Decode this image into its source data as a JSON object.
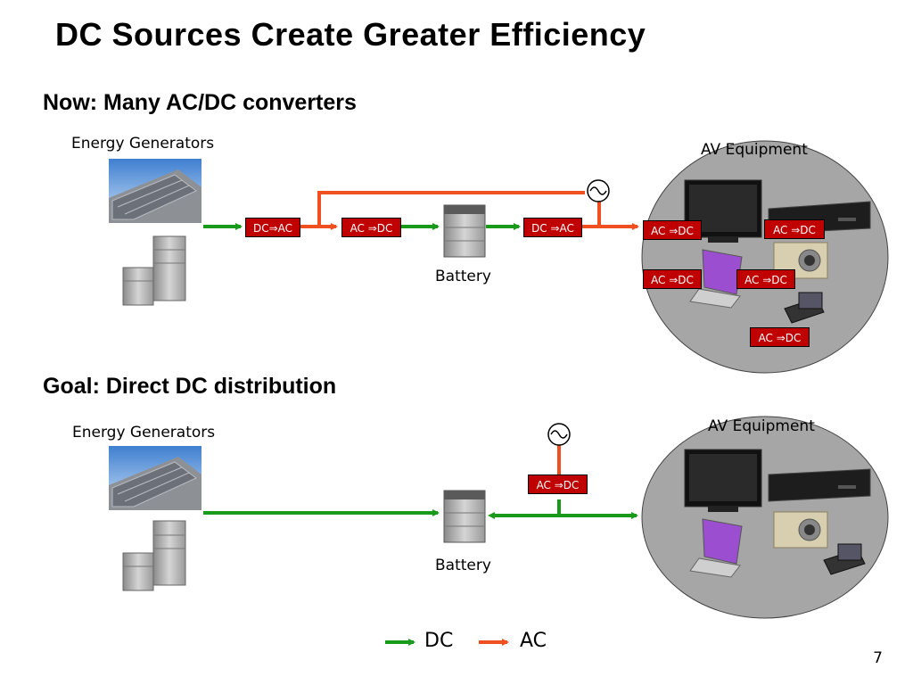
{
  "slide": {
    "title": "DC Sources Create Greater Efficiency",
    "page_number": "7"
  },
  "now": {
    "heading": "Now: Many AC/DC converters",
    "generators_label": "Energy Generators",
    "battery_label": "Battery",
    "av_label": "AV Equipment",
    "converters": {
      "c1": "DC⇒AC",
      "c2": "AC ⇒DC",
      "c3": "DC ⇒AC",
      "tv": "AC ⇒DC",
      "recorder": "AC ⇒DC",
      "laptop": "AC ⇒DC",
      "camera": "AC ⇒DC",
      "mobile": "AC ⇒DC"
    }
  },
  "goal": {
    "heading": "Goal: Direct DC distribution",
    "generators_label": "Energy Generators",
    "battery_label": "Battery",
    "av_label": "AV Equipment",
    "converter": "AC ⇒DC"
  },
  "legend": {
    "dc_label": "DC",
    "ac_label": "AC"
  },
  "colors": {
    "dc_line": "#1a9a1a",
    "ac_line": "#f05020",
    "converter_box": "#c00000",
    "av_circle": "#a6a6a6"
  },
  "icons": [
    "solar-roof-icon",
    "fuel-cell-icon",
    "battery-icon",
    "ac-source-icon",
    "tv-icon",
    "recorder-icon",
    "camera-icon",
    "laptop-icon",
    "mobile-device-icon"
  ]
}
